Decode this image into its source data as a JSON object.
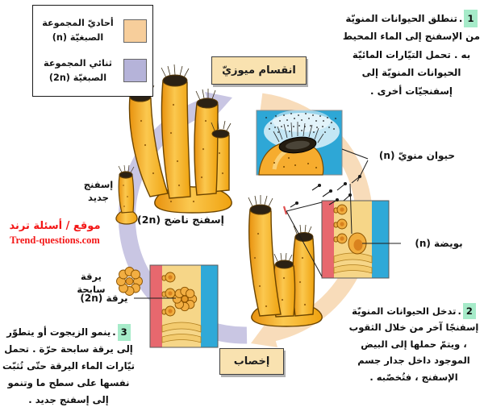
{
  "legend": {
    "items": [
      {
        "label": "أحاديّ المجموعة الصبغيّة (n)",
        "color": "#F7CE9B"
      },
      {
        "label": "ثنائي المجموعة الصبغيّة (2n)",
        "color": "#B5B3D9"
      }
    ]
  },
  "cycle_labels": {
    "meiosis": "انقسام ميوزيّ",
    "fertilization": "إخصاب"
  },
  "diagram_labels": {
    "new_sponge": "إسفنج جديد",
    "mature_sponge": "إسفنج ناضج (2n)",
    "sperm": "حيوان منويّ (n)",
    "egg": "بويضة (n)",
    "swimming_larva": "يرقة سابحة",
    "larva": "يرقة (2n)"
  },
  "steps": [
    {
      "number": "1",
      "text": "تنطلق الحيوانات المنويّة من الإسفنج إلى الماء المحيط به . تحمل التيّارات المائيّة الحيوانات المنويّة إلى إسفنجيّات أخرى ."
    },
    {
      "number": "2",
      "text": "تدخل الحيوانات المنويّة إسفنجًا آخر من خلال الثقوب ، ويتمّ حملها إلى البيض الموجود داخل جدار جسم الإسفنج ، فتُخصّبه ."
    },
    {
      "number": "3",
      "text": "ينمو الزيجوت أو يتطوّر إلى يرقة سابحة حرّة . تحمل تيّارات الماء اليرقة حتّى تُثبّت نفسها على سطح ما وتنمو إلى إسفنج جديد ."
    }
  ],
  "ui": {
    "dot": "."
  },
  "watermark": {
    "line1": "موقع / أسئلة ترند",
    "line2": "Trend-questions.com"
  },
  "colors": {
    "haploid_arc": "#F8DCBA",
    "diploid_arc": "#C9C6E3",
    "haploid_swatch": "#F7CE9B",
    "diploid_swatch": "#B5B3D9",
    "stage_box_bg": "#F9E2B0",
    "step_number_highlight": "#A6EBC9",
    "watermark_red": "#F31616",
    "sponge_orange": "#F6AC2E",
    "water_blue": "#2EA7D6",
    "section_red": "#E7686E",
    "tissue_yellow": "#F6D688"
  }
}
